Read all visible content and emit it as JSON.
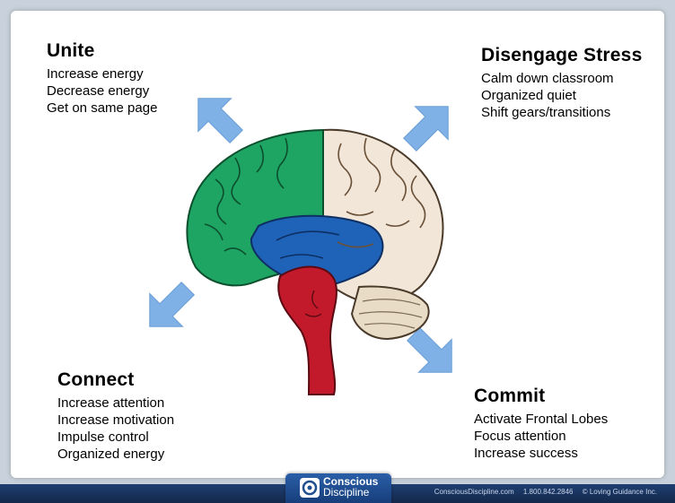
{
  "unite": {
    "title": "Unite",
    "items": [
      "Increase energy",
      "Decrease energy",
      "Get on same page"
    ]
  },
  "disengage": {
    "title": "Disengage Stress",
    "items": [
      "Calm down classroom",
      "Organized quiet",
      "Shift gears/transitions"
    ]
  },
  "connect": {
    "title": "Connect",
    "items": [
      "Increase attention",
      "Increase motivation",
      "Impulse control",
      "Organized energy"
    ]
  },
  "commit": {
    "title": "Commit",
    "items": [
      "Activate Frontal Lobes",
      "Focus attention",
      "Increase success"
    ]
  },
  "footer": {
    "logo_line1": "Conscious",
    "logo_line2": "Discipline",
    "website": "ConsciousDiscipline.com",
    "phone": "1.800.842.2846",
    "copyright": "© Loving Guidance Inc."
  },
  "colors": {
    "arrow": "#7fb1e6",
    "brain_green": "#1ea564",
    "brain_beige": "#f1e6d8",
    "brain_blue": "#1f63b8",
    "brain_red": "#c21a2b"
  }
}
